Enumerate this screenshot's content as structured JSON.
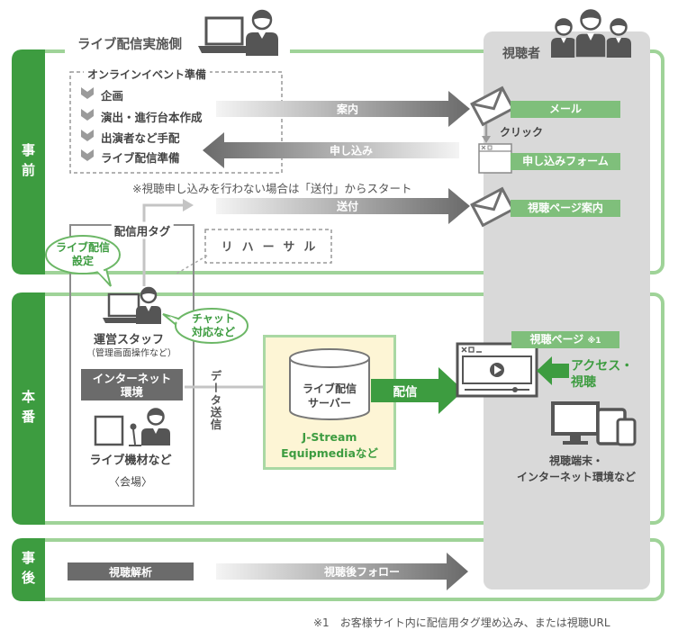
{
  "header": {
    "host_side": "ライブ配信実施側",
    "viewers": "視聴者"
  },
  "phases": {
    "before": "事前",
    "main": "本番",
    "after": "事後"
  },
  "prep": {
    "title": "オンラインイベント準備",
    "items": [
      "企画",
      "演出・進行台本作成",
      "出演者など手配",
      "ライブ配信準備"
    ]
  },
  "flows": {
    "guide": "案内",
    "apply": "申し込み",
    "send": "送付",
    "send_note": "※視聴申し込みを行わない場合は「送付」からスタート",
    "data_send": "データ送信",
    "delivery": "配信",
    "follow_up": "視聴後フォロー"
  },
  "host": {
    "rehearsal": "リハーサル",
    "tag_box_title": "配信用タグ",
    "setup_bubble": [
      "ライブ配信",
      "設定"
    ],
    "chat_bubble": [
      "チャット",
      "対応など"
    ],
    "staff": "運営スタッフ",
    "staff_note": "（管理画面操作など）",
    "internet": [
      "インターネット",
      "環境"
    ],
    "equipment": "ライブ機材など",
    "venue": "〈会場〉",
    "analysis": "視聴解析"
  },
  "server": {
    "name": [
      "ライブ配信",
      "サーバー"
    ],
    "providers": [
      "J-Stream",
      "Equipmediaなど"
    ]
  },
  "viewer": {
    "mail": "メール",
    "click": "クリック",
    "form": "申し込みフォーム",
    "page_guide": "視聴ページ案内",
    "view_page": "視聴ページ",
    "view_page_note": "※1",
    "access": [
      "アクセス・",
      "視聴"
    ],
    "devices": [
      "視聴端末・",
      "インターネット環境など"
    ]
  },
  "footnote": "※1　お客様サイト内に配信用タグ埋め込み、または視聴URL",
  "colors": {
    "phase_green": "#3d9c40",
    "phase_border": "#9fd398",
    "label_green": "#7fbf7b",
    "viewer_panel": "#d9d9d9",
    "dark_box": "#6b6b6b",
    "server_fill": "#fdf5d5"
  },
  "icons": {
    "host": "laptop-person-icon",
    "viewers": "group-people-icon",
    "mail": "envelope-icon",
    "form": "browser-window-icon",
    "staff": "laptop-person-icon",
    "venue": "microphone-person-icon",
    "server": "database-cylinder-icon",
    "view_page": "video-player-icon",
    "devices": "devices-icon"
  }
}
